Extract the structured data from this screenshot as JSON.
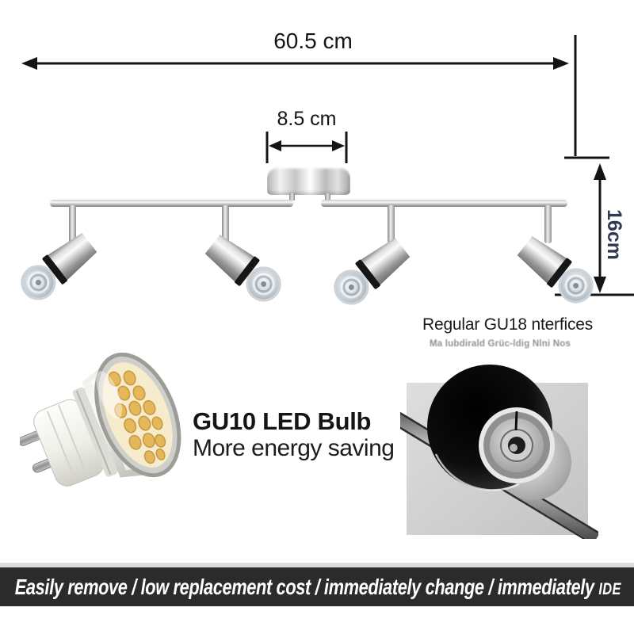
{
  "page": {
    "background": "#ffffff"
  },
  "dimensions": {
    "width_label": "60.5 cm",
    "canopy_width_label": "8.5 cm",
    "drop_height_label": "16cm",
    "line_color": "#141414",
    "height_label_color": "#2f3a52"
  },
  "interface_note": {
    "title": "Regular GU18 nterfices",
    "subtitle": "Ma lubdirald Grüc-ldig Nlni Nos"
  },
  "bulb_note": {
    "line1": "GU10 LED Bulb",
    "line2": "More energy saving"
  },
  "banner": {
    "text": "Easily remove  /  low replacement cost  /  immediately change  /  immediately ",
    "suffix": "IDE",
    "background": "#2b2b2b",
    "text_color": "#ffffff"
  },
  "photos": {
    "socket_panel_background": "#d5d5d5",
    "bulb_led_color": "#e4b75a"
  }
}
